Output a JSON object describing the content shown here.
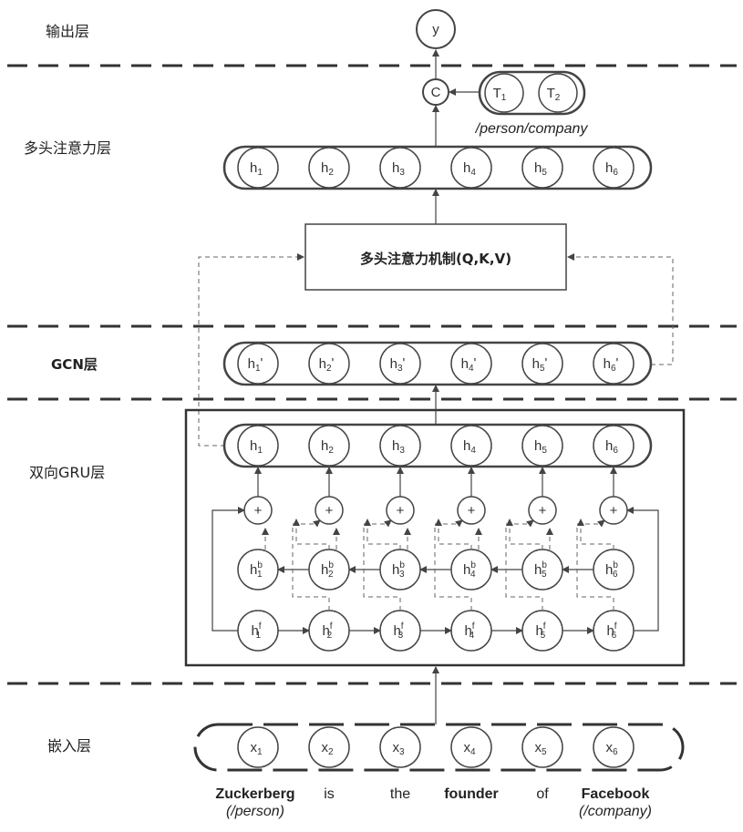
{
  "layers": {
    "output": "输出层",
    "attention": "多头注意力层",
    "gcn": "GCN层",
    "gru": "双向GRU层",
    "embed": "嵌入层"
  },
  "output_node": "y",
  "concat_node": "C",
  "type_nodes": [
    "T1",
    "T2"
  ],
  "type_label": "/person/company",
  "mechanism": "多头注意力机制(Q,K,V)",
  "attn_hidden": [
    "h1",
    "h2",
    "h3",
    "h4",
    "h5",
    "h6"
  ],
  "gcn_hidden": [
    "h1'",
    "h2'",
    "h3'",
    "h4'",
    "h5'",
    "h6'"
  ],
  "gru_hidden": [
    "h1",
    "h2",
    "h3",
    "h4",
    "h5",
    "h6"
  ],
  "plus_symbol": "+",
  "backward": [
    "hb1",
    "hb2",
    "hb3",
    "hb4",
    "hb5",
    "hb6"
  ],
  "forward": [
    "hf1",
    "hf2",
    "hf3",
    "hf4",
    "hf5",
    "hf6"
  ],
  "inputs": [
    "x1",
    "x2",
    "x3",
    "x4",
    "x5",
    "x6"
  ],
  "words": [
    "Zuckerberg",
    "is",
    "the",
    "founder",
    "of",
    "Facebook"
  ],
  "annotations": [
    "(/person)",
    "(/company)"
  ]
}
